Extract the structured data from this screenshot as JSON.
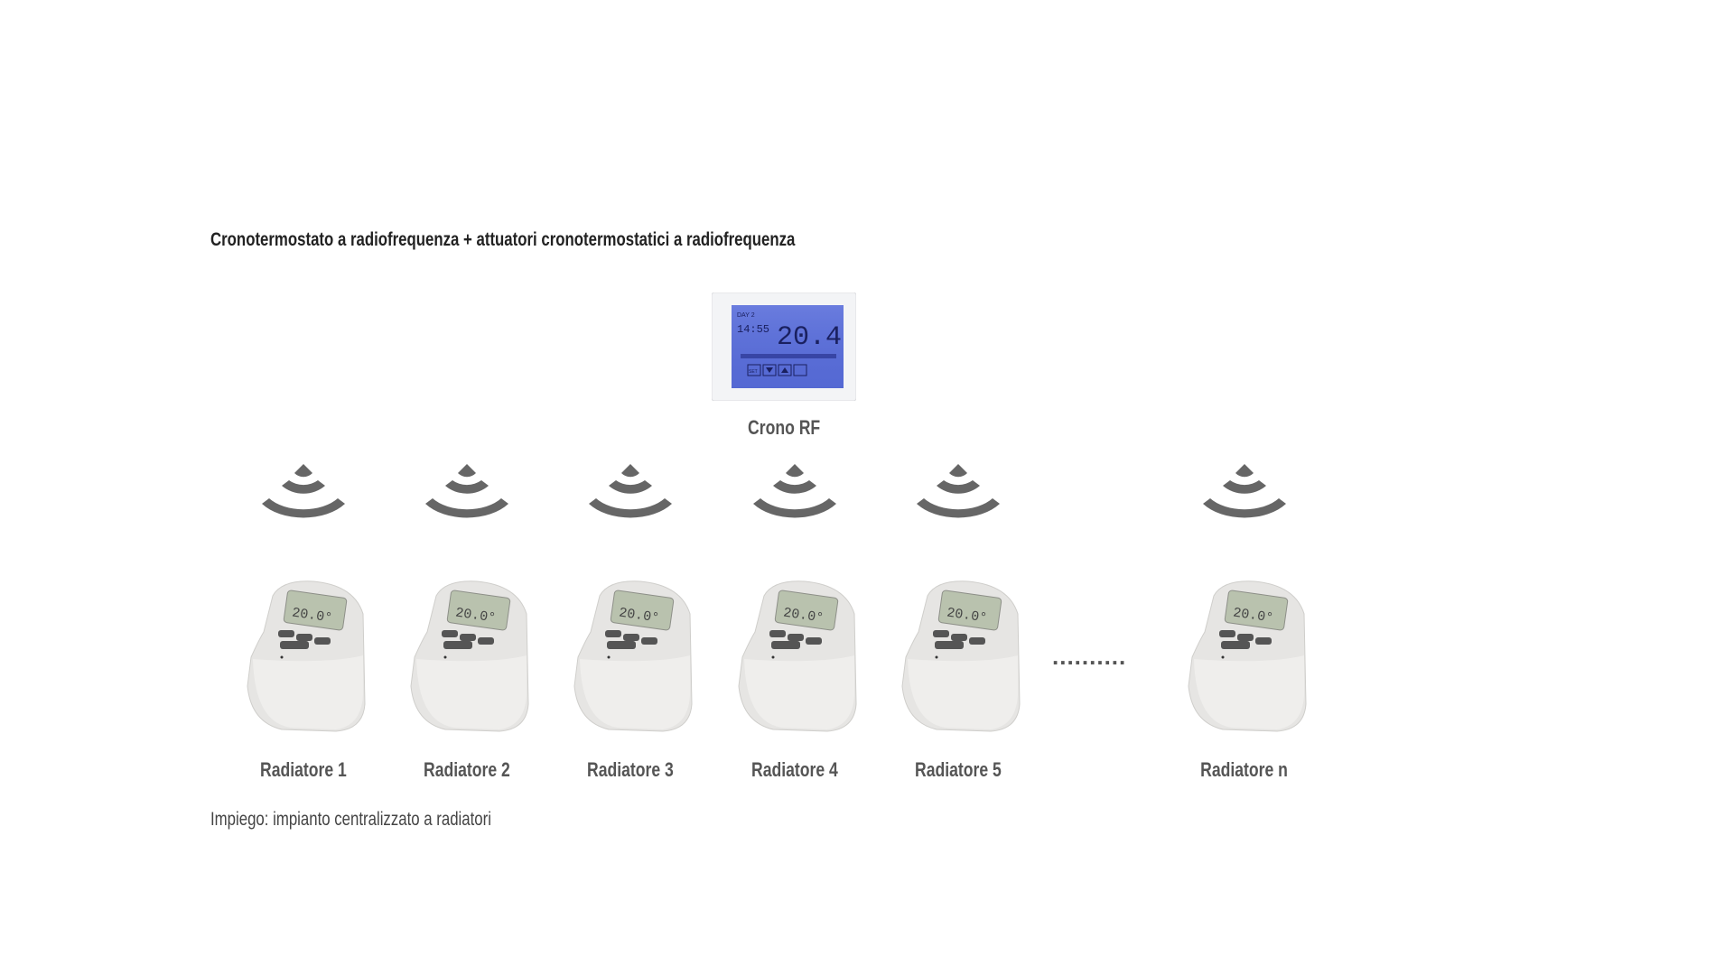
{
  "title": "Cronotermostato a radiofrequenza + attuatori cronotermostatici a radiofrequenza",
  "crono": {
    "label": "Crono RF",
    "display_day": "DAY 2",
    "display_time": "14:55",
    "display_temp": "20.4",
    "button_set": "SET"
  },
  "radiators": [
    {
      "label": "Radiatore 1",
      "display": "20.0°"
    },
    {
      "label": "Radiatore 2",
      "display": "20.0°"
    },
    {
      "label": "Radiatore 3",
      "display": "20.0°"
    },
    {
      "label": "Radiatore 4",
      "display": "20.0°"
    },
    {
      "label": "Radiatore 5",
      "display": "20.0°"
    },
    {
      "label": "Radiatore n",
      "display": "20.0°"
    }
  ],
  "ellipsis": "..........",
  "footer": "Impiego: impianto centralizzato a radiatori",
  "colors": {
    "icon": "#666666",
    "lcd": "#5a6fd6",
    "text": "#555555"
  }
}
